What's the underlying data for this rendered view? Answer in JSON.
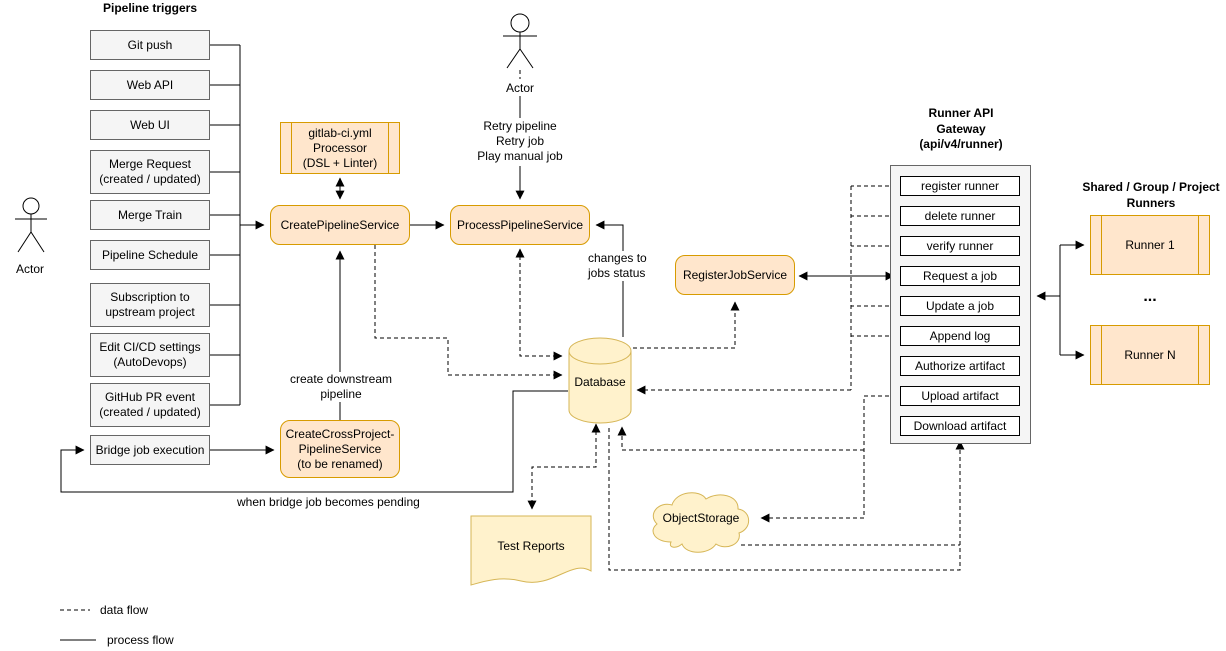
{
  "triggers": {
    "heading": "Pipeline triggers",
    "items": [
      "Git push",
      "Web API",
      "Web UI",
      "Merge Request\n(created / updated)",
      "Merge Train",
      "Pipeline Schedule",
      "Subscription to\nupstream project",
      "Edit CI/CD settings\n(AutoDevops)",
      "GitHub PR event\n(created / updated)"
    ],
    "bridge": "Bridge job execution"
  },
  "actors": {
    "left_label": "Actor",
    "top_label": "Actor",
    "top_actions": "Retry pipeline\nRetry job\nPlay manual job"
  },
  "services": {
    "processor": "gitlab-ci.yml\nProcessor\n(DSL + Linter)",
    "create_pipeline": "CreatePipelineService",
    "process_pipeline": "ProcessPipelineService",
    "register_job": "RegisterJobService",
    "create_cross_project": "CreateCrossProject-\nPipelineService\n(to be renamed)"
  },
  "storage": {
    "database": "Database",
    "object_storage": "ObjectStorage",
    "test_reports": "Test Reports"
  },
  "gateway": {
    "title": "Runner API\nGateway\n(api/v4/runner)",
    "endpoints": [
      "register runner",
      "delete runner",
      "verify runner",
      "Request a job",
      "Update a job",
      "Append log",
      "Authorize artifact",
      "Upload artifact",
      "Download artifact"
    ]
  },
  "runners": {
    "heading": "Shared / Group / Project\nRunners",
    "items": [
      "Runner 1",
      "Runner N"
    ],
    "ellipsis": "..."
  },
  "edge_labels": {
    "create_downstream": "create downstream\npipeline",
    "changes_to_jobs": "changes to\njobs status",
    "bridge_pending": "when bridge job becomes pending"
  },
  "legend": {
    "data_flow": "data flow",
    "process_flow": "process flow"
  },
  "colors": {
    "service_fill": "#ffe6cc",
    "service_border": "#d79b00",
    "storage_fill": "#fff2cc",
    "storage_border": "#d6b656",
    "gray_fill": "#f5f5f5",
    "gray_border": "#666666",
    "line": "#000000"
  }
}
